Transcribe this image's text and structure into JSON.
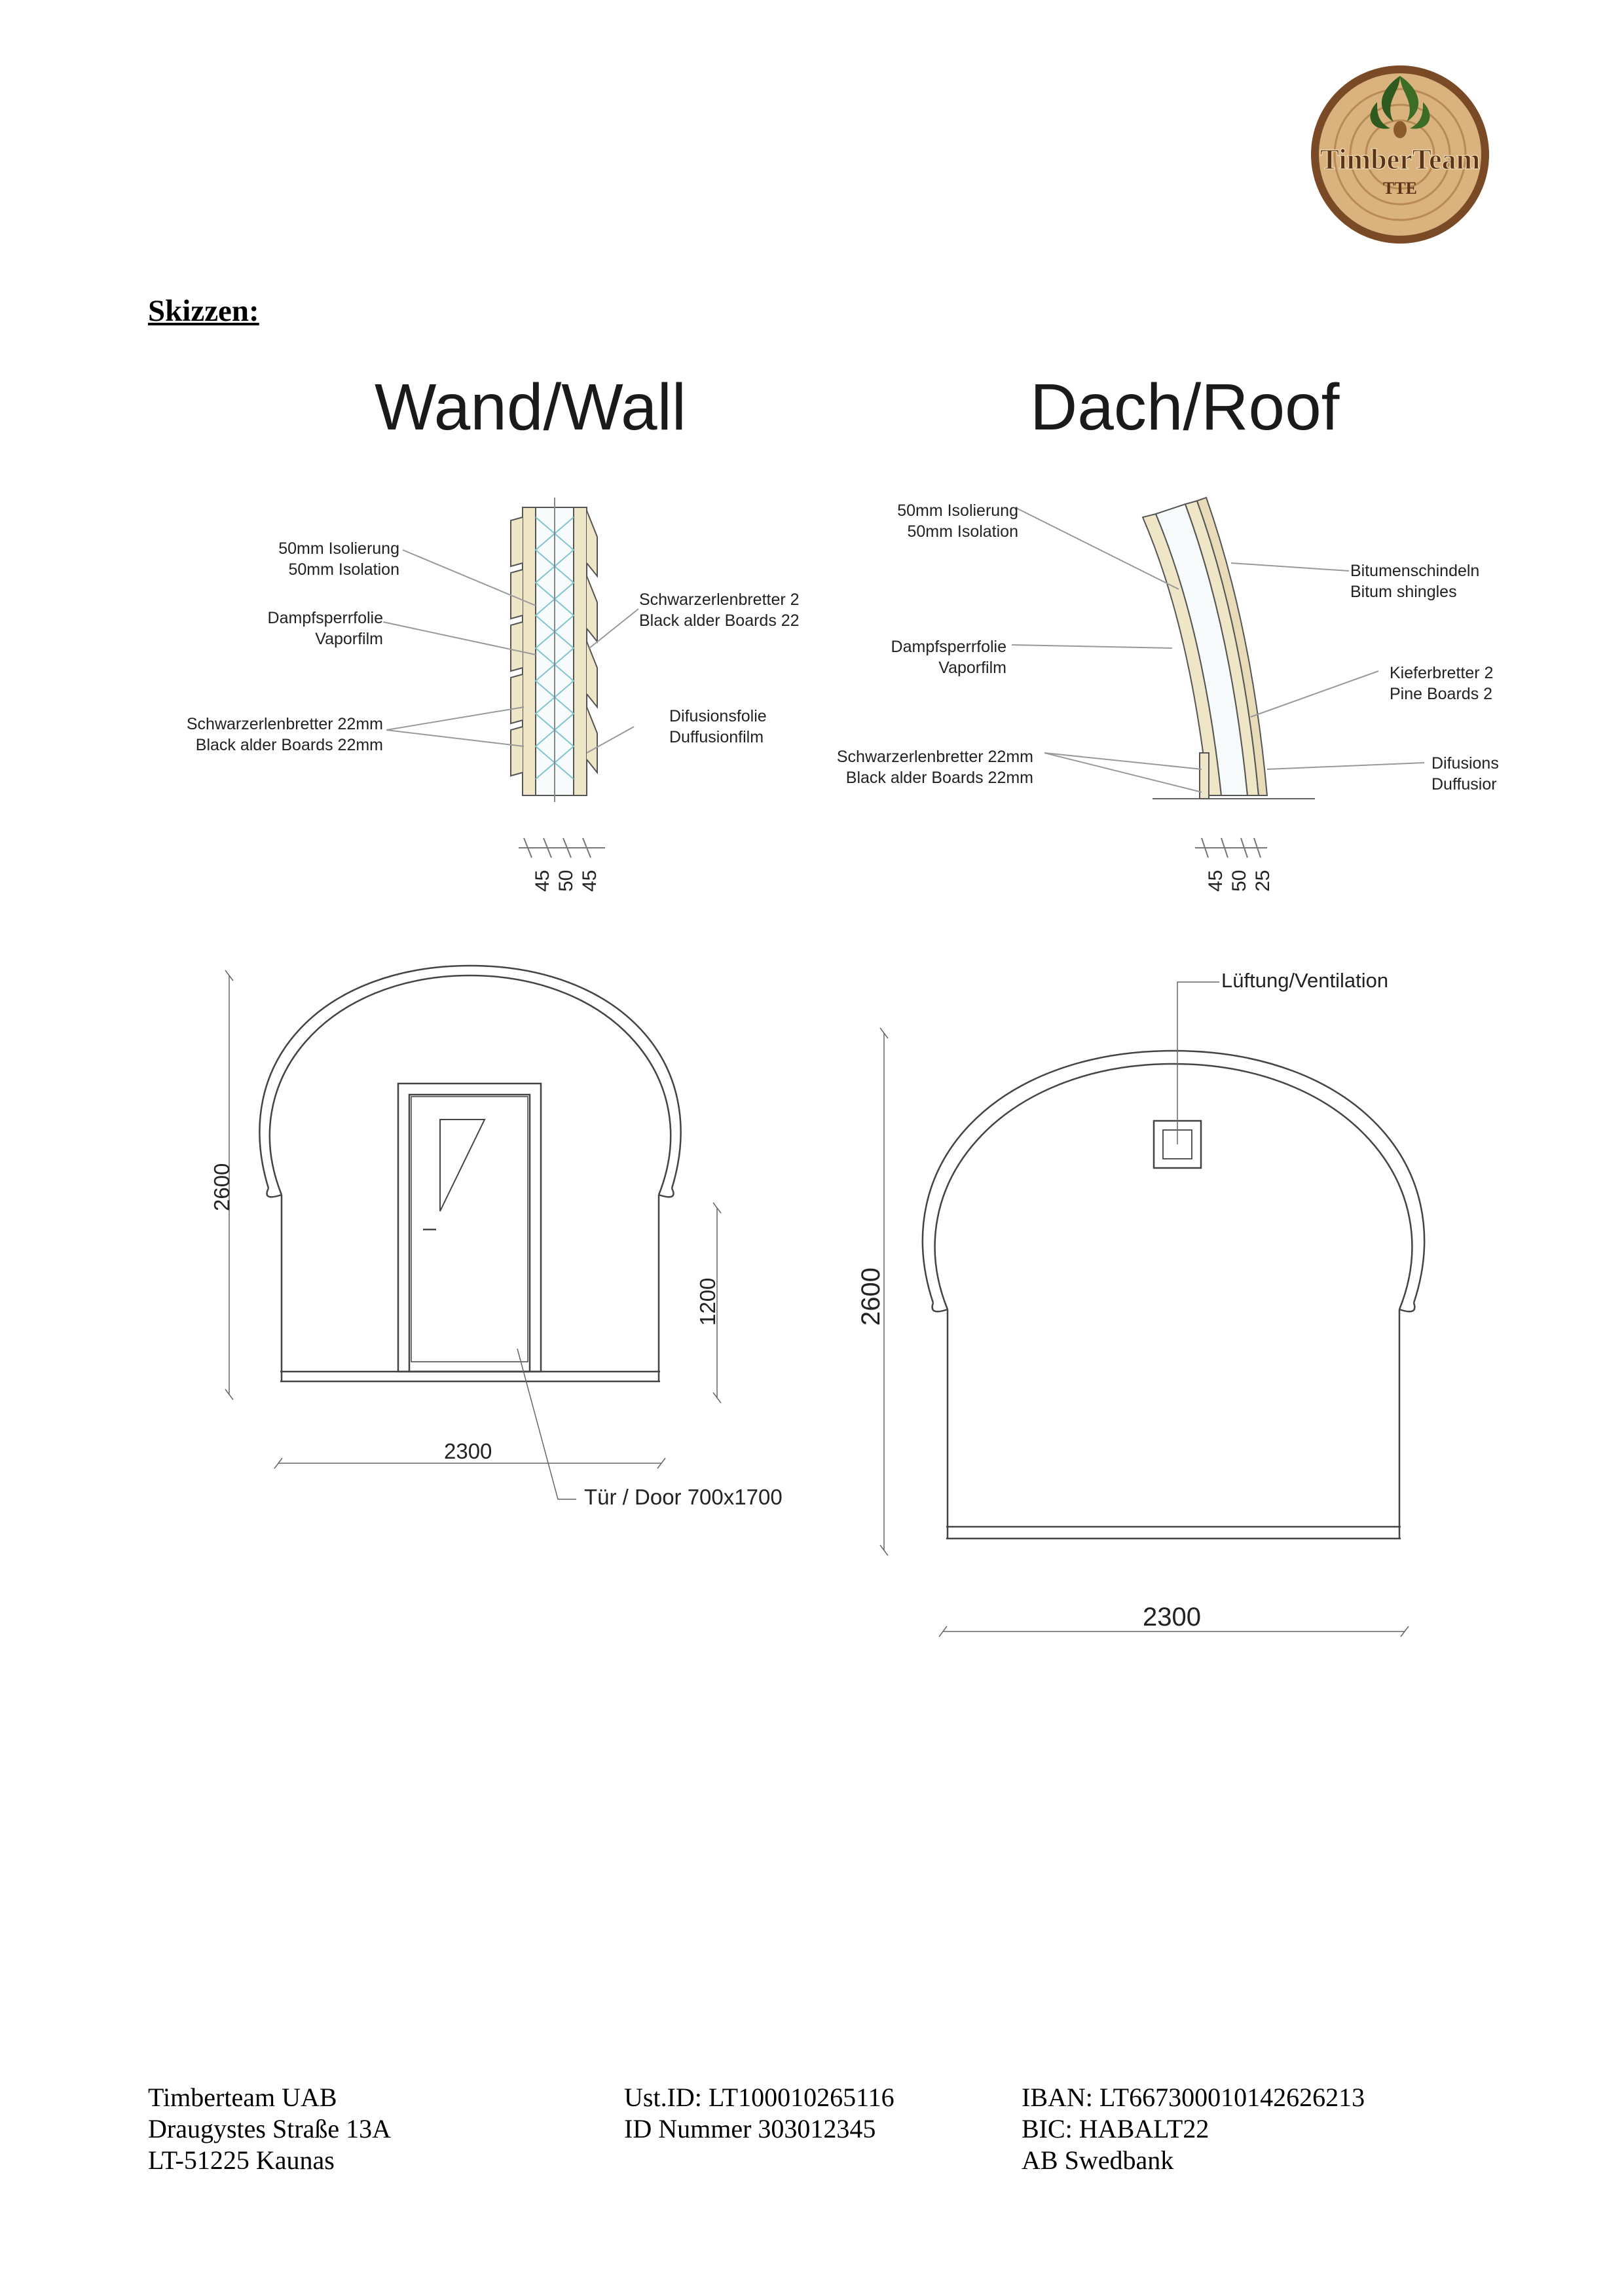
{
  "page_heading": "Skizzen:",
  "logo": {
    "brand": "TimberTeam",
    "subtext": "TTE",
    "colors": {
      "wood": "#d9b27d",
      "ring": "#7a4a26",
      "leaf": "#2f5a1f"
    }
  },
  "wall_section": {
    "title": "Wand/Wall",
    "labels": {
      "isolation_de": "50mm Isolierung",
      "isolation_en": "50mm Isolation",
      "vapor_de": "Dampfsperrfolie",
      "vapor_en": "Vaporfilm",
      "boards_left_de": "Schwarzerlenbretter 22mm",
      "boards_left_en": "Black alder Boards 22mm",
      "boards_right_de": "Schwarzerlenbretter 2",
      "boards_right_en": "Black alder Boards 22",
      "diffusion_de": "Difusionsfolie",
      "diffusion_en": "Duffusionfilm"
    },
    "dims": [
      "45",
      "50",
      "45"
    ]
  },
  "roof_section": {
    "title": "Dach/Roof",
    "labels": {
      "isolation_de": "50mm Isolierung",
      "isolation_en": "50mm Isolation",
      "shingles_de": "Bitumenschindeln",
      "shingles_en": "Bitum shingles",
      "vapor_de": "Dampfsperrfolie",
      "vapor_en": "Vaporfilm",
      "pine_de": "Kieferbretter 2",
      "pine_en": "Pine Boards 2",
      "boards_de": "Schwarzerlenbretter 22mm",
      "boards_en": "Black alder Boards 22mm",
      "diffusion_de": "Difusions",
      "diffusion_en": "Duffusior"
    },
    "dims": [
      "45",
      "50",
      "25"
    ]
  },
  "front_elevation": {
    "height": "2600",
    "width": "2300",
    "handle_height": "1200",
    "door_label": "Tür / Door 700x1700"
  },
  "back_elevation": {
    "height": "2600",
    "width": "2300",
    "vent_label": "Lüftung/Ventilation"
  },
  "footer": {
    "col1": [
      "Timberteam UAB",
      "Draugystes Straße 13A",
      "LT-51225 Kaunas"
    ],
    "col2": [
      "Ust.ID: LT100010265116",
      "ID Nummer 303012345"
    ],
    "col3": [
      "IBAN: LT667300010142626213",
      "BIC: HABALT22",
      "AB Swedbank"
    ]
  }
}
